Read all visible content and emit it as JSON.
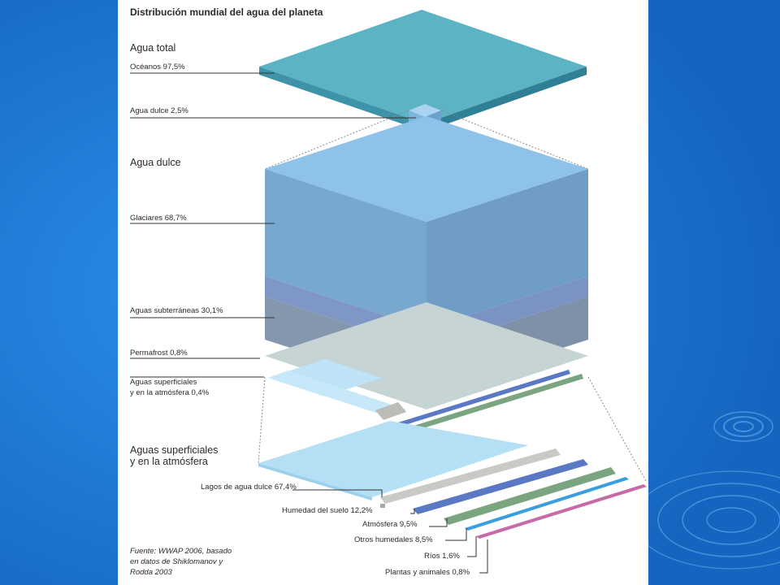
{
  "slide": {
    "background_color": "#1d7bd6",
    "panel_color": "#ffffff",
    "decoration": "ripple-rings"
  },
  "title": "Distribución mundial del agua del planeta",
  "sections": {
    "total": "Agua total",
    "dulce": "Agua dulce",
    "superficiales_line1": "Aguas superficiales",
    "superficiales_line2": "y en la atmósfera"
  },
  "labels": {
    "oceanos": "Océanos 97,5%",
    "agua_dulce": "Agua dulce 2,5%",
    "glaciares": "Glaciares 68,7%",
    "subterraneas": "Aguas subterráneas 30,1%",
    "permafrost": "Permafrost 0,8%",
    "sup_line1": "Aguas superficiales",
    "sup_line2": "y en la atmósfera 0,4%",
    "lagos": "Lagos de agua dulce 67,4%",
    "humedad": "Humedad del suelo 12,2%",
    "atmosfera": "Atmósfera 9,5%",
    "humedales": "Otros humedales 8,5%",
    "rios": "Ríos 1,6%",
    "plantas": "Plantas y animales 0,8%"
  },
  "source": {
    "line1": "Fuente: WWAP 2006, basado",
    "line2": "en datos de Shiklomanov y",
    "line3": "Rodda 2003"
  },
  "colors": {
    "oceans": "#5bb3c4",
    "glaciers": "#8fb8dc",
    "groundwater": "#8b9fb8",
    "permafrost": "#c5d3d2",
    "surface": "#b5dff4",
    "soil": "#bcbcb8",
    "atmosphere": "#5a78c4",
    "wetlands": "#7aa580",
    "rivers": "#3a9fdc",
    "plants": "#c66aa8"
  }
}
